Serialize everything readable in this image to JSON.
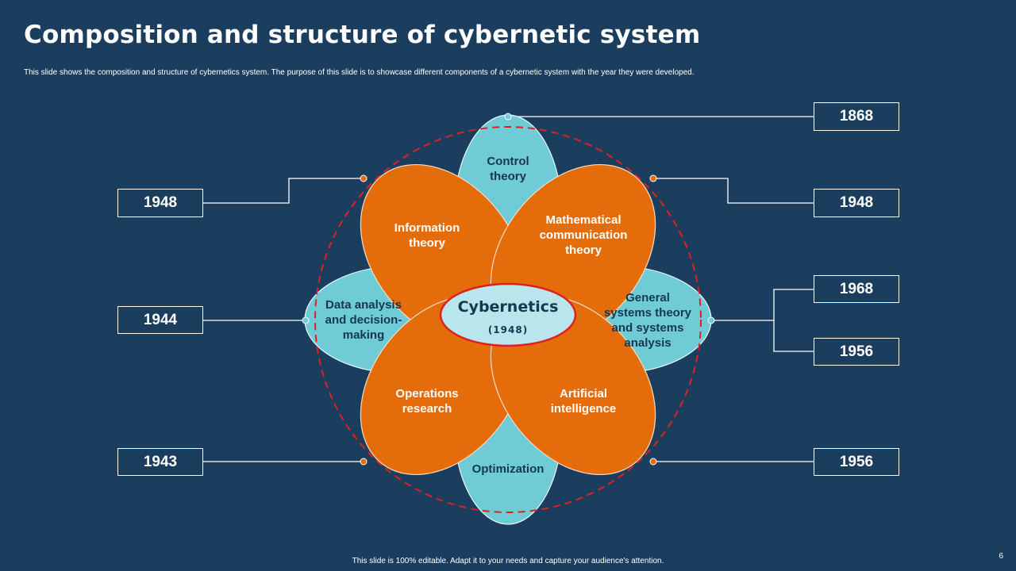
{
  "slide": {
    "title": "Composition and structure of cybernetic system",
    "subtitle": "This slide shows the composition and structure of cybernetics system. The purpose of this slide is to showcase different components of a cybernetic system with the year they were developed.",
    "footer": "This slide is 100% editable.  Adapt it to your needs and capture your audience's attention.",
    "page_number": "6"
  },
  "colors": {
    "background": "#1b3e5f",
    "teal_petal": "#6fcbd6",
    "orange_petal": "#e46c0a",
    "center_fill": "#b9e5ec",
    "accent_red": "#e0201f"
  },
  "center": {
    "title": "Cybernetics",
    "year": "(1948)"
  },
  "petals": [
    {
      "id": "control-theory",
      "label": "Control theory",
      "lines": [
        "Control",
        "theory"
      ],
      "color": "teal",
      "year": "1868"
    },
    {
      "id": "mathematical-communication-theory",
      "label": "Mathematical communication theory",
      "lines": [
        "Mathematical",
        "communication",
        "theory"
      ],
      "color": "orange",
      "year": "1948"
    },
    {
      "id": "general-systems-theory",
      "label": "General systems theory and systems analysis",
      "lines": [
        "General",
        "systems theory",
        "and systems",
        "analysis"
      ],
      "color": "teal",
      "years": [
        "1968",
        "1956"
      ]
    },
    {
      "id": "artificial-intelligence",
      "label": "Artificial intelligence",
      "lines": [
        "Artificial",
        "intelligence"
      ],
      "color": "orange",
      "year": "1956"
    },
    {
      "id": "optimization",
      "label": "Optimization",
      "lines": [
        "Optimization"
      ],
      "color": "teal"
    },
    {
      "id": "operations-research",
      "label": "Operations research",
      "lines": [
        "Operations",
        "research"
      ],
      "color": "orange",
      "year": "1943"
    },
    {
      "id": "data-analysis",
      "label": "Data analysis and decision-making",
      "lines": [
        "Data analysis",
        "and decision-",
        "making"
      ],
      "color": "teal",
      "year": "1944"
    },
    {
      "id": "information-theory",
      "label": "Information theory",
      "lines": [
        "Information",
        "theory"
      ],
      "color": "orange",
      "year": "1948"
    }
  ],
  "year_boxes": {
    "top_right": "1868",
    "upper_right": "1948",
    "mid_right_top": "1968",
    "mid_right_bottom": "1956",
    "lower_right": "1956",
    "upper_left": "1948",
    "mid_left": "1944",
    "lower_left": "1943"
  }
}
